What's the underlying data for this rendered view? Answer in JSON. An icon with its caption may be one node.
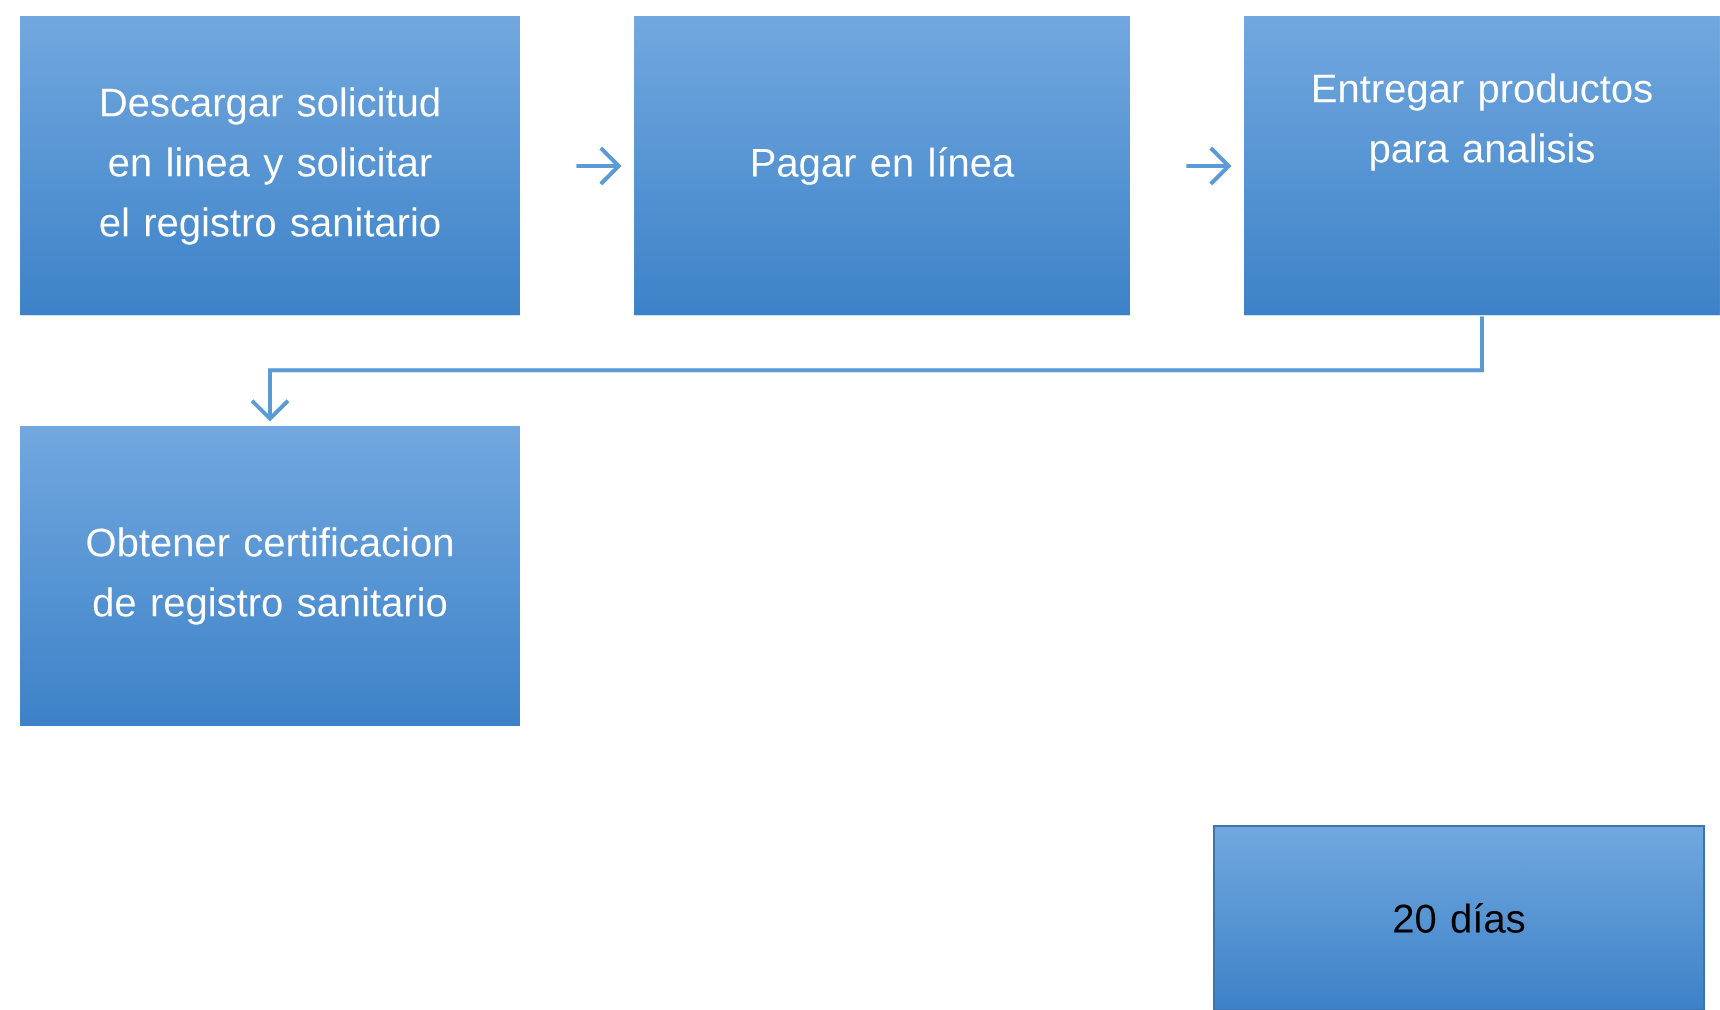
{
  "diagram": {
    "nodes": [
      {
        "text": [
          "Descargar solicitud en linea y solicitar el registro sanitario"
        ]
      },
      {
        "text": [
          "Pagar en línea"
        ]
      },
      {
        "text": [
          "Entregar productos para analisis"
        ]
      },
      {
        "text": [
          "Obtener certificacion de registro sanitario"
        ]
      },
      {
        "text": [
          "20  días"
        ]
      }
    ],
    "edges": [
      {
        "from": 0,
        "to": 1,
        "arrow": "to"
      },
      {
        "from": 1,
        "to": 2,
        "arrow": "to"
      },
      {
        "from": 2,
        "to": 3,
        "arrow": "to"
      }
    ]
  }
}
